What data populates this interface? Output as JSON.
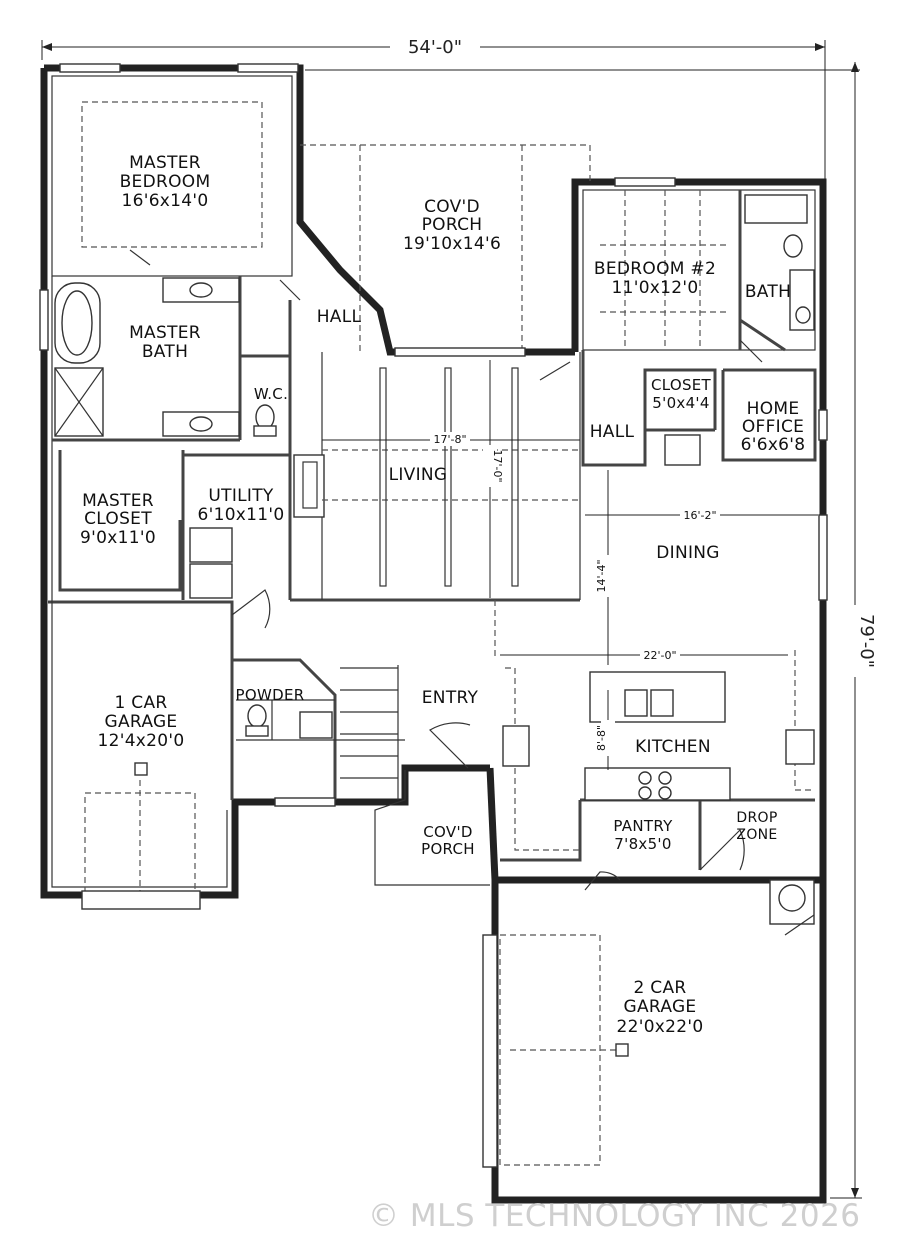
{
  "overall": {
    "width": "54'-0\"",
    "depth": "79'-0\""
  },
  "rooms": {
    "master_bedroom": [
      "MASTER",
      "BEDROOM",
      "16'6x14'0"
    ],
    "porch_back": [
      "COV'D",
      "PORCH",
      "19'10x14'6"
    ],
    "bedroom2": [
      "BEDROOM #2",
      "11'0x12'0"
    ],
    "bath": [
      "BATH"
    ],
    "master_bath": [
      "MASTER",
      "BATH"
    ],
    "hall_top": [
      "HALL"
    ],
    "wc": [
      "W.C."
    ],
    "closet": [
      "CLOSET",
      "5'0x4'4"
    ],
    "hall_right": [
      "HALL"
    ],
    "home_office": [
      "HOME",
      "OFFICE",
      "6'6x6'8"
    ],
    "living": [
      "LIVING"
    ],
    "master_closet": [
      "MASTER",
      "CLOSET",
      "9'0x11'0"
    ],
    "utility": [
      "UTILITY",
      "6'10x11'0"
    ],
    "dining": [
      "DINING"
    ],
    "garage1": [
      "1 CAR",
      "GARAGE",
      "12'4x20'0"
    ],
    "powder": [
      "POWDER"
    ],
    "entry": [
      "ENTRY"
    ],
    "kitchen": [
      "KITCHEN"
    ],
    "pantry": [
      "PANTRY",
      "7'8x5'0"
    ],
    "drop_zone": [
      "DROP",
      "ZONE"
    ],
    "porch_front": [
      "COV'D",
      "PORCH"
    ],
    "garage2": [
      "2 CAR",
      "GARAGE",
      "22'0x22'0"
    ]
  },
  "dimensions": {
    "living_w": "17'-8\"",
    "living_d": "17'-0\"",
    "dining_w": "16'-2\"",
    "dining_d": "14'-4\"",
    "kitchen_w": "22'-0\"",
    "kitchen_d": "8'-8\""
  },
  "watermark": "© MLS TECHNOLOGY INC 2026"
}
